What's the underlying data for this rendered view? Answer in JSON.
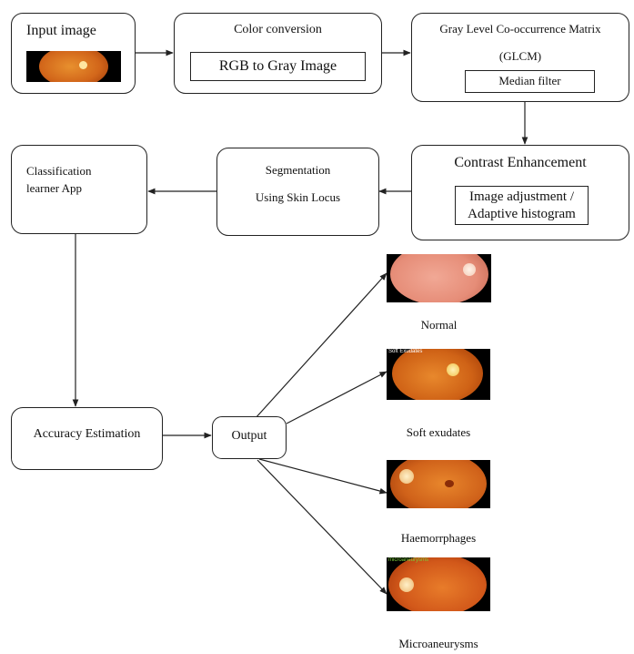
{
  "nodes": {
    "input": {
      "label": "Input image"
    },
    "color": {
      "label": "Color conversion",
      "inner": "RGB to Gray Image"
    },
    "glcm": {
      "label1": "Gray Level  Co-occurrence  Matrix",
      "label2": "(GLCM)",
      "inner": "Median  filter"
    },
    "contrast": {
      "label": "Contrast Enhancement",
      "inner1": "Image adjustment /",
      "inner2": "Adaptive histogram"
    },
    "segmentation": {
      "label1": "Segmentation",
      "label2": "Using Skin Locus"
    },
    "classification": {
      "label1": "Classification",
      "label2": "learner  App"
    },
    "accuracy": {
      "label": "Accuracy Estimation"
    },
    "output": {
      "label": "Output"
    }
  },
  "outputs": [
    {
      "label": "Normal"
    },
    {
      "label": "Soft exudates",
      "caption": "Soft Exudates"
    },
    {
      "label": "Haemorrphages"
    },
    {
      "label": "Microaneurysms",
      "caption": "microaneurysms"
    }
  ],
  "colors": {
    "line": "#222222",
    "fundus_orange": "#d4661c",
    "fundus_pink": "#e8927a",
    "caption_green": "#7cd13a"
  }
}
